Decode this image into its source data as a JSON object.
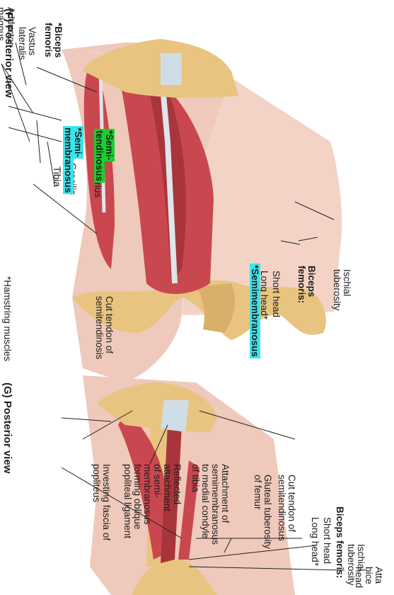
{
  "panel_f": {
    "view": "(F) Posterior view",
    "labels": {
      "adductor_magnus_1": "Adductor",
      "adductor_magnus_2": "magnus",
      "vastus_lateralis_1": "Vastus",
      "vastus_lateralis_2": "lateralis",
      "biceps_femoris_1": "*Biceps",
      "biceps_femoris_2": "femoris",
      "gracilis": "Gracilis",
      "sartorius": "Sartorius",
      "semitendinosus_1": "*Semi-",
      "semitendinosus_2": "tendinosus",
      "semimembranosus_1": "*Semi-",
      "semimembranosus_2": "membranosus",
      "tibia": "Tibia",
      "ischial_1": "Ischial",
      "ischial_2": "tuberosity",
      "biceps_title_1": "Biceps",
      "biceps_title_2": "femoris:",
      "short_head": "Short head",
      "long_head": "Long head*"
    }
  },
  "panel_g": {
    "view": "(G) Posterior view",
    "labels": {
      "semimembranosus": "*Semimembranosus",
      "cut_tendon_1": "Cut tendon of",
      "cut_tendon_2": "semitendinosis",
      "ischial_1": "Ischial",
      "ischial_2": "tuberosity",
      "cut_tendon_upper_1": "Cut tendon of",
      "cut_tendon_upper_2": "semitendinosus",
      "gluteal_1": "Gluteal tuberosity",
      "gluteal_2": "of femur",
      "biceps_title": "Biceps femoris:",
      "short_head": "Short head",
      "long_head": "Long head*",
      "attachment_1": "Attachment of",
      "attachment_2": "semimembranosus",
      "attachment_3": "to medial condyle",
      "attachment_4": "of tibia",
      "reflected_1": "Reflected",
      "reflected_2": "attachment",
      "reflected_3": "of semi-",
      "reflected_4": "membranosus",
      "reflected_5": "forming oblique",
      "reflected_6": "popliteal ligament",
      "investing_1": "Investing fascia of",
      "investing_2": "popliteus",
      "attach_biceps_1": "Atta",
      "attach_biceps_2": "bice",
      "attach_biceps_3": "head"
    }
  },
  "footnote": "*Hamstring muscles",
  "colors": {
    "muscle": "#c9474e",
    "muscle_dark": "#a8353c",
    "tendon": "#dfe5ea",
    "bone": "#e8c480",
    "skin": "#efc9bb",
    "highlight_green": "#19cf2d",
    "highlight_cyan": "#39e6ee"
  }
}
